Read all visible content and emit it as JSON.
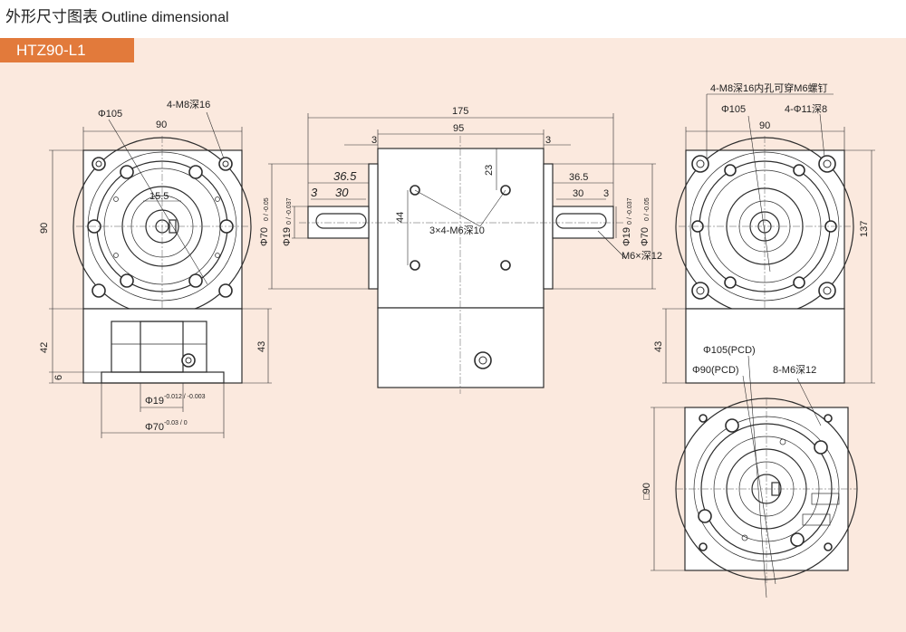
{
  "header": {
    "title_cn": "外形尺寸图表",
    "title_en": "Outline dimensional"
  },
  "model": "HTZ90-L1",
  "colors": {
    "tab": "#e27a3b",
    "panel": "#fbe9de",
    "line": "#2d2d2d"
  },
  "front_view": {
    "phi105": "Φ105",
    "bolts": "4-M8深16",
    "width": "90",
    "height": "90",
    "key": "15.5",
    "dim42": "42",
    "dim43": "43",
    "dim6": "6",
    "shaft_dia": "Φ19",
    "shaft_tol": "-0.012 / -0.003",
    "pilot_dia": "Φ70",
    "pilot_tol": "-0.03 / 0"
  },
  "side_view": {
    "total": "175",
    "body": "95",
    "gap_left": "3",
    "gap_right": "3",
    "shaft_left_len": "36.5",
    "key_left_len": "30",
    "key_left_off": "3",
    "shaft_right_len": "36.5",
    "key_right_len": "30",
    "key_right_off": "3",
    "dim23": "23",
    "dim44": "44",
    "tapped": "3×4-M6深10",
    "phi70_left": "Φ70",
    "phi70_left_tol": "0 / -0.05",
    "phi19_left": "Φ19",
    "phi19_left_tol": "0 / -0.037",
    "phi19_right": "Φ19",
    "phi19_right_tol": "0 / -0.037",
    "phi70_right": "Φ70",
    "phi70_right_tol": "0 / -0.05",
    "end_thread": "M6×深12"
  },
  "right_view": {
    "bolts_through": "4-M8深16内孔可穿M6螺钉",
    "phi105": "Φ105",
    "holes": "4-Φ11深8",
    "width": "90",
    "height": "137",
    "dim43": "43"
  },
  "bottom_view": {
    "pcd105": "Φ105(PCD)",
    "pcd90": "Φ90(PCD)",
    "holes": "8-M6深12",
    "square": "□90"
  }
}
